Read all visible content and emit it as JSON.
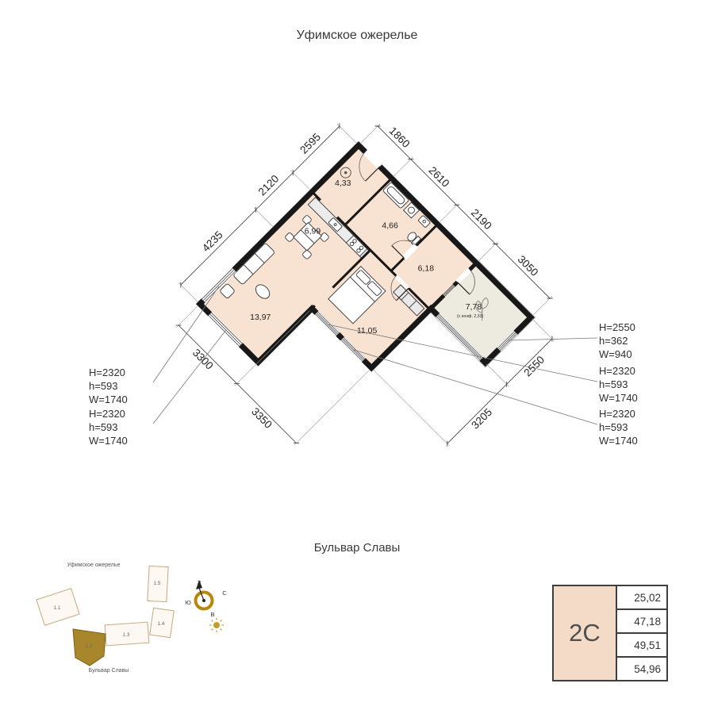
{
  "titles": {
    "top": "Уфимское ожерелье",
    "bottom": "Бульвар Славы"
  },
  "plan": {
    "rooms": [
      {
        "area": "4,33"
      },
      {
        "area": "6,99"
      },
      {
        "area": "4,66"
      },
      {
        "area": "6,18"
      },
      {
        "area": "13,97"
      },
      {
        "area": "11,05"
      },
      {
        "area": "7,78",
        "note": "(с коэф. 2,33)"
      }
    ],
    "dims": {
      "top": [
        "1860",
        "2610",
        "2190",
        "3050"
      ],
      "left": [
        "2595",
        "2120",
        "4235"
      ],
      "bottom": [
        "3300",
        "3350"
      ],
      "right": [
        "2550",
        "3205"
      ]
    },
    "window_callouts": {
      "left": [
        {
          "H": "H=2320",
          "h": "h=593",
          "W": "W=1740"
        },
        {
          "H": "H=2320",
          "h": "h=593",
          "W": "W=1740"
        }
      ],
      "right": [
        {
          "H": "H=2550",
          "h": "h=362",
          "W": "W=940"
        },
        {
          "H": "H=2320",
          "h": "h=593",
          "W": "W=1740"
        },
        {
          "H": "H=2320",
          "h": "h=593",
          "W": "W=1740"
        }
      ]
    }
  },
  "site_map": {
    "title": "Уфимское ожерелье",
    "street": "Бульвар Славы",
    "buildings": [
      {
        "label": "1.1"
      },
      {
        "label": "1.2",
        "highlighted": true
      },
      {
        "label": "1.3"
      },
      {
        "label": "1.4"
      },
      {
        "label": "1.5"
      }
    ]
  },
  "compass": {
    "n": "С",
    "s": "Ю",
    "w": "З",
    "e": "В"
  },
  "info_card": {
    "type": "2С",
    "values": [
      "25,02",
      "47,18",
      "49,51",
      "54,96"
    ]
  },
  "colors": {
    "accent": "#a8862b",
    "floor": "#f8e2d2",
    "wall": "#181818"
  }
}
